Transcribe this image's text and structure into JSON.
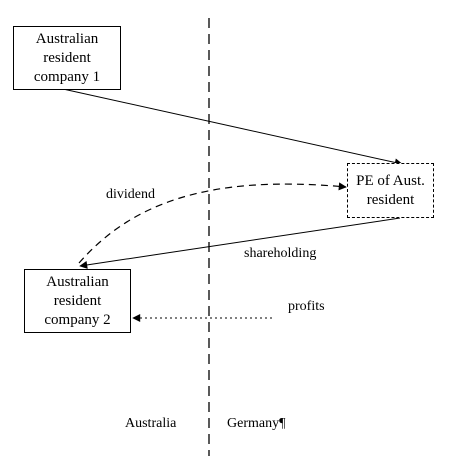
{
  "entities": {
    "company_1": "Australian\nresident\ncompany 1",
    "permanent_establishment": "PE of Aust.\nresident",
    "company_2": "Australian\nresident\ncompany 2"
  },
  "flows": {
    "dividend": "dividend",
    "shareholding": "shareholding",
    "profits": "profits"
  },
  "jurisdictions": {
    "left": "Australia",
    "right": "Germany¶"
  }
}
